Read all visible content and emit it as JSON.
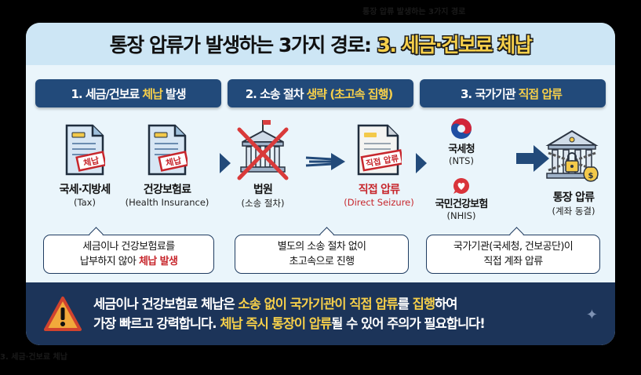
{
  "background": {
    "blurred_text_top": "통장 압류 발생하는 3가지 경로",
    "blurred_text_bottom": "3. 세금·건보료 체납"
  },
  "infographic": {
    "title": {
      "main": "통장 압류가 발생하는 3가지 경로:",
      "highlight": "3. 세금·건보료 체납"
    },
    "steps": [
      {
        "prefix": "1. 세금/건보료",
        "highlight": "체납",
        "suffix": "발생"
      },
      {
        "prefix": "2. 소송 절차",
        "highlight": "생략 (초고속 집행)",
        "suffix": ""
      },
      {
        "prefix": "3. 국가기관",
        "highlight": "직접 압류",
        "suffix": ""
      }
    ],
    "items": {
      "tax": {
        "icon": "document-stamp-icon",
        "stamp": "체납",
        "label": "국세·지방세",
        "sub": "(Tax)"
      },
      "health": {
        "icon": "document-stamp-icon",
        "stamp": "체납",
        "label": "건강보험료",
        "sub": "(Health Insurance)"
      },
      "court": {
        "icon": "court-crossed-icon",
        "label": "법원",
        "sub": "(소송 절차)"
      },
      "seizure": {
        "icon": "document-stamp-icon",
        "stamp": "직접 압류",
        "label": "직접 압류",
        "sub": "(Direct Seizure)"
      },
      "nts": {
        "icon": "nts-logo-icon",
        "label": "국세청",
        "sub": "(NTS)"
      },
      "nhis": {
        "icon": "nhis-heart-icon",
        "label": "국민건강보험",
        "sub": "(NHIS)"
      },
      "bank": {
        "icon": "bank-chained-icon",
        "label": "통장 압류",
        "sub": "(계좌 동결)"
      }
    },
    "callouts": [
      {
        "line1": "세금이나 건강보험료를",
        "line2_prefix": "납부하지 않아",
        "line2_highlight": "체납 발생"
      },
      {
        "line1": "별도의 소송 절차 없이",
        "line2_prefix": "초고속으로 진행",
        "line2_highlight": ""
      },
      {
        "line1": "국가기관(국세청, 건보공단)이",
        "line2_prefix": "직접 계좌 압류",
        "line2_highlight": ""
      }
    ],
    "warning": {
      "icon": "warning-triangle-icon",
      "l1_a": "세금이나 건강보험료 체납은",
      "l1_b": "소송 없이 국가기관이 직접 압류",
      "l1_c": "를",
      "l1_d": "집행",
      "l1_e": "하여",
      "l2_a": "가장 빠르고 강력합니다.",
      "l2_b": "체납 즉시 통장이 압류",
      "l2_c": "될 수 있어 주의가 필요합니다!"
    },
    "colors": {
      "navy": "#224a7a",
      "yellow": "#f6cf4a",
      "red": "#c7262c",
      "light_bg": "#eaf5fb",
      "title_band": "#cde6f5",
      "warning_bg": "#1c3459"
    }
  }
}
